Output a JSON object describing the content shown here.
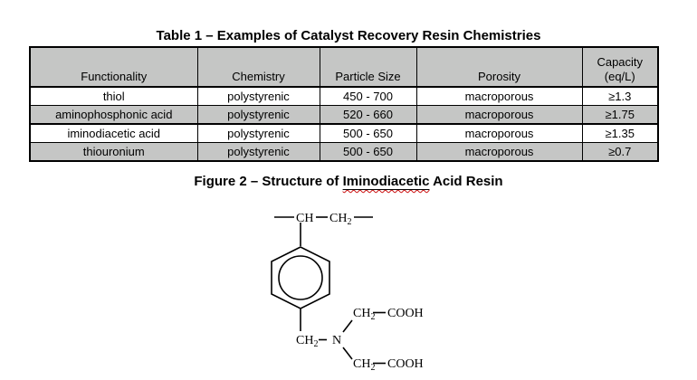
{
  "table_section": {
    "title": "Table 1 – Examples of Catalyst Recovery Resin Chemistries",
    "table": {
      "header_bg": "#c5c6c5",
      "alt_row_bg": "#c5c6c5",
      "border_color": "#000000",
      "columns": [
        "Functionality",
        "Chemistry",
        "Particle Size",
        "Porosity",
        "Capacity\n(eq/L)"
      ],
      "rows": [
        [
          "thiol",
          "polystyrenic",
          "450 - 700",
          "macroporous",
          "≥1.3"
        ],
        [
          "aminophosphonic acid",
          "polystyrenic",
          "520 - 660",
          "macroporous",
          "≥1.75"
        ],
        [
          "iminodiacetic acid",
          "polystyrenic",
          "500 - 650",
          "macroporous",
          "≥1.35"
        ],
        [
          "thiouronium",
          "polystyrenic",
          "500 - 650",
          "macroporous",
          "≥0.7"
        ]
      ]
    }
  },
  "figure_section": {
    "title_prefix": "Figure 2 – Structure of ",
    "title_underlined_word": "Iminodiacetic",
    "title_suffix": " Acid Resin",
    "spellcheck_squiggle_color": "#cc1111",
    "structure": {
      "labels": {
        "ch": "CH",
        "ch2_base": "CH",
        "sub2": "2",
        "n": "N",
        "cooh": "COOH"
      }
    }
  }
}
